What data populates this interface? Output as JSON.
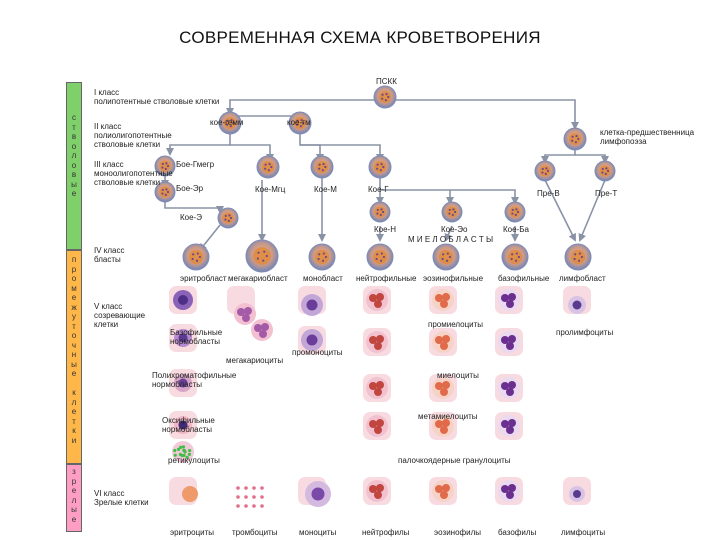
{
  "title": "СОВРЕМЕННАЯ СХЕМА КРОВЕТВОРЕНИЯ",
  "bands": {
    "stem": "с\nт\nв\nо\nл\nо\nв\nы\nе",
    "prog": "п\nр\nо\nм\nе\nж\nу\nт\nо\nч\nн\nы\nе\n\nк\nл\nе\nт\nк\nи",
    "mature": "з\nр\nе\nл\nы\nе"
  },
  "classes": {
    "c1": "I класс\nполипотентные стволовые клетки",
    "c2": "II класс\nполиолигопотентные\nстволовые клетки",
    "c3": "III класс\nмоноолигопотентные\nстволовые клетки",
    "c4": "IV класс\nбласты",
    "c5": "V класс\nсозревающие\nклетки",
    "c6": "VI класс\nЗрелые клетки"
  },
  "labels": {
    "pskk": "ПСКК",
    "koe_gemm": "кое-гемм",
    "koe_gm": "кое-гм",
    "lymph_pre": "клетка-предшественница\nлимфопоэза",
    "boe_gmeg": "Бое-Гмегр",
    "boe_er": "Бое-Эр",
    "koe_mgc": "Кое-Мгц",
    "koe_m": "Кое-М",
    "koe_g": "Кое-Г",
    "pre_b": "Пре-В",
    "pre_t": "Пре-Т",
    "koe_e": "Кое-Э",
    "koe_n": "Кое-Н",
    "koe_eo": "Кое-Эо",
    "koe_ba": "Кое-Ба",
    "myeloblasts": "М И Е Л О Б Л А С Т Ы",
    "erythroblast": "эритробласт",
    "megakaryoblast": "мегакариобласт",
    "monoblast": "монобласт",
    "neutro": "нейтрофильные",
    "eosino": "эозинофильные",
    "baso": "базофильные",
    "lymphoblast": "лимфобласт",
    "baso_norm": "Базофильные\nнормобласты",
    "megakaryocytes": "мегакариоциты",
    "promonocytes": "промоноциты",
    "promyelocytes": "промиелоциты",
    "prolymphocytes": "пролимфоциты",
    "poly_norm": "Полихроматофильные\nнормобласты",
    "myelocytes": "миелоциты",
    "oxy_norm": "Оксифильные\nнормобласты",
    "metamyelocytes": "метамиелоциты",
    "reticulocytes": "ретикулоциты",
    "band_gran": "палочкоядерные гранулоциты",
    "erythrocytes": "эритроциты",
    "thrombocytes": "тромбоциты",
    "monocytes": "моноциты",
    "neutrophils": "нейтрофилы",
    "eosinophils": "эозинофилы",
    "basophils": "базофилы",
    "lymphocytes": "лимфоциты"
  },
  "colors": {
    "band_green": "#7fd06a",
    "band_orange": "#ffb74a",
    "band_pink": "#ff9ec4",
    "arrow": "#8a93a6",
    "blast_ring": "#7d8db8",
    "blast_core": "#e08a3e",
    "stage_bg": "#f6cfd6"
  }
}
